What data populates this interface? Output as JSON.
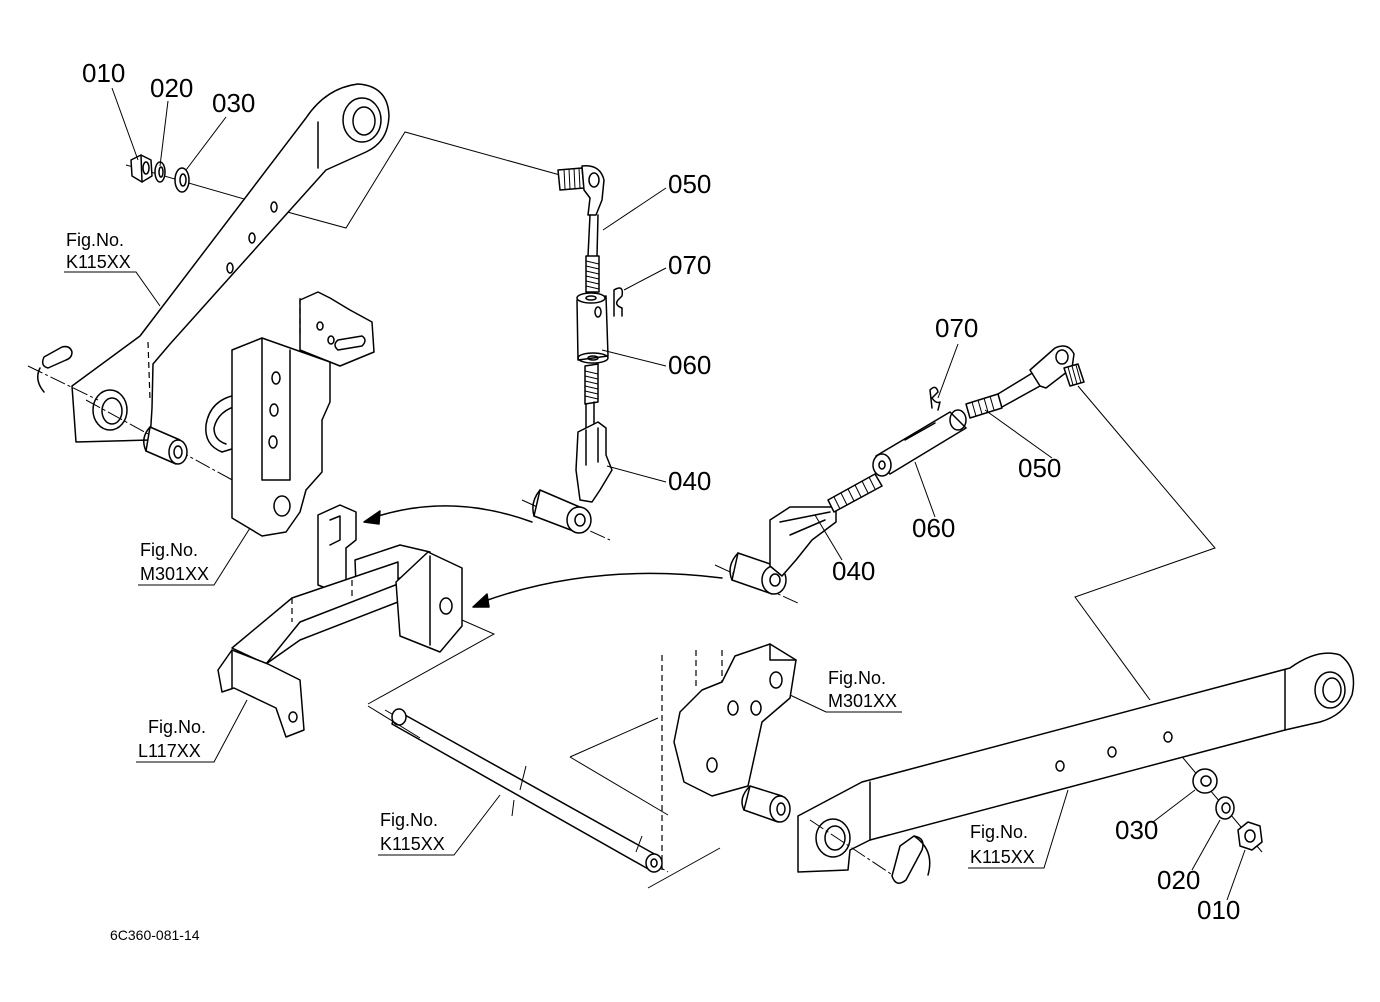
{
  "drawing_number": "6C360-081-14",
  "colors": {
    "ink": "#000000",
    "paper": "#ffffff"
  },
  "left_assembly": {
    "callouts": {
      "nut": "010",
      "lock_washer": "020",
      "washer": "030",
      "end_rod": "050",
      "clip": "070",
      "turnbuckle": "060",
      "clevis": "040"
    },
    "fig_refs": {
      "lower_link": {
        "prefix": "Fig.No.",
        "code": "K115XX"
      },
      "bracket": {
        "prefix": "Fig.No.",
        "code": "M301XX"
      },
      "frame": {
        "prefix": "Fig.No.",
        "code": "L117XX"
      },
      "shaft": {
        "prefix": "Fig.No.",
        "code": "K115XX"
      }
    }
  },
  "right_assembly": {
    "callouts": {
      "clip": "070",
      "end_rod": "050",
      "turnbuckle": "060",
      "clevis": "040",
      "washer": "030",
      "lock_washer": "020",
      "nut": "010"
    },
    "fig_refs": {
      "bracket": {
        "prefix": "Fig.No.",
        "code": "M301XX"
      },
      "lower_link": {
        "prefix": "Fig.No.",
        "code": "K115XX"
      }
    }
  }
}
